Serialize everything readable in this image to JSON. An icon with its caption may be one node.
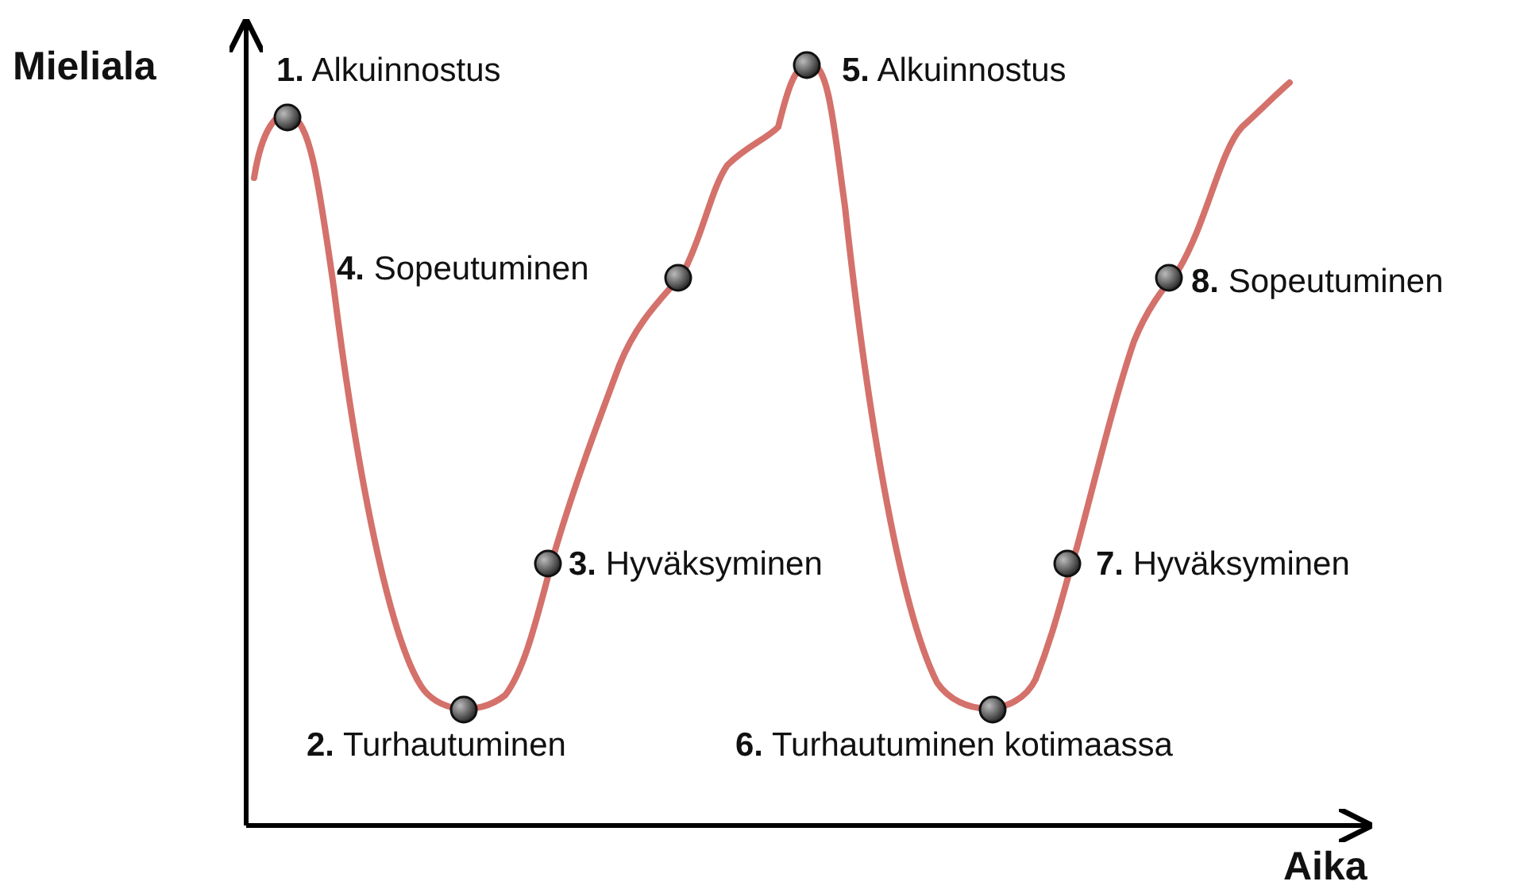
{
  "diagram": {
    "labels": [
      "Mieliala",
      "**1.** Alkuinnostus",
      "**2.** Turhautuminen",
      "**3.** Hyväksyminen",
      "**4.** Sopeutuminen",
      "**5.** Alkuinnostus",
      "**6.** Turhautuminen kotimaassa",
      "**7.** Hyväksyminen",
      "**8.** Sopeutuminen",
      "Aika"
    ]
  }
}
